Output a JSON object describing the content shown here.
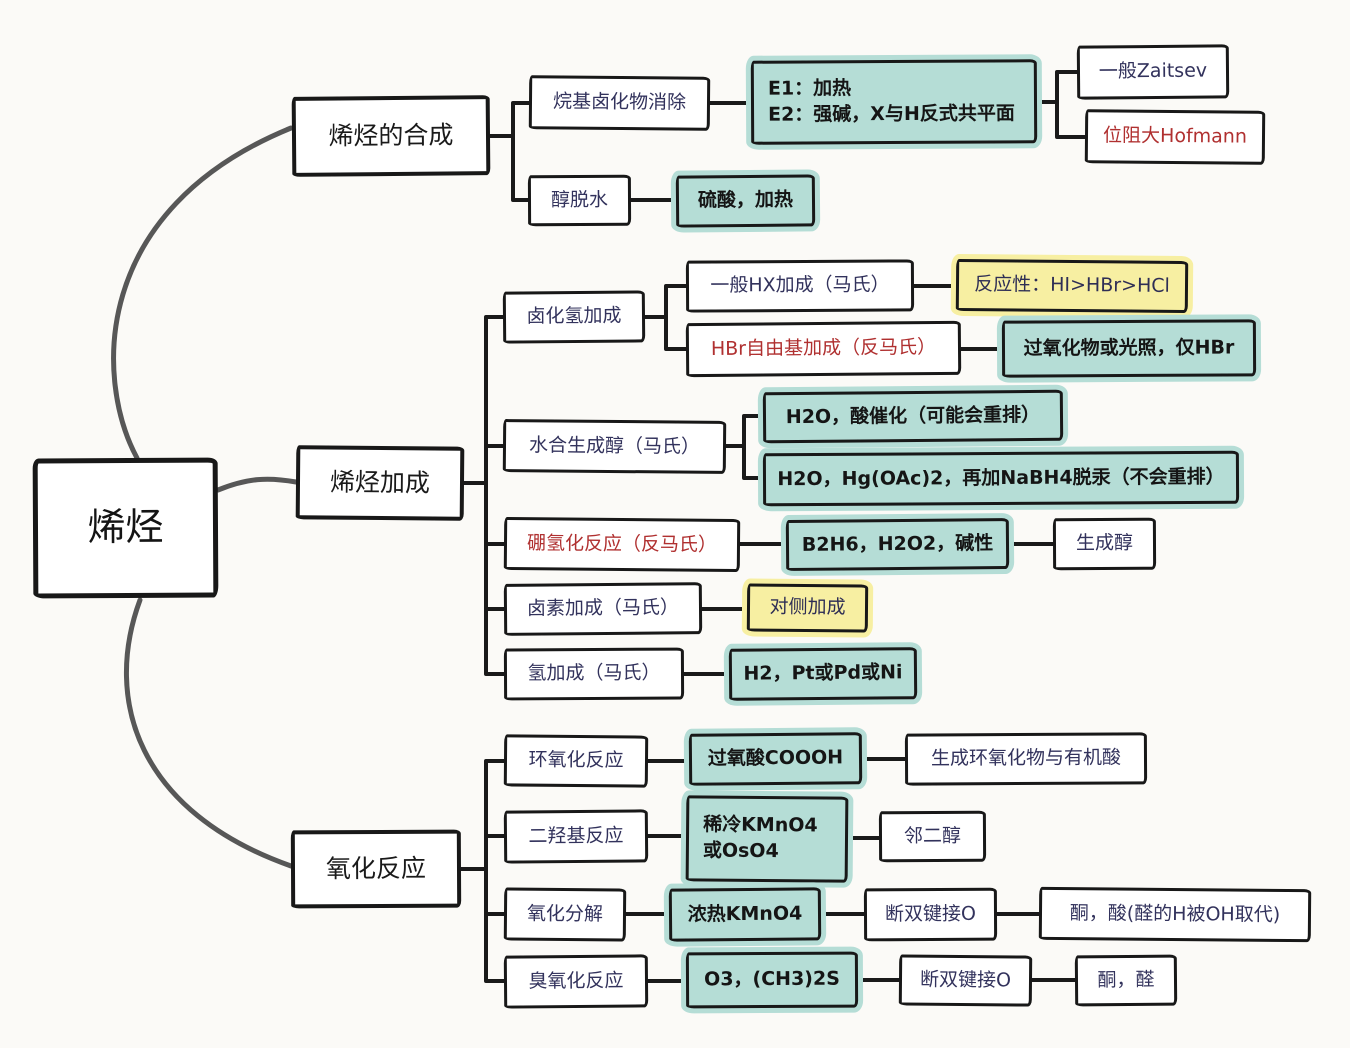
{
  "root": {
    "label": "烯烃"
  },
  "synthesis": {
    "label": "烯烃的合成",
    "alkyl_halide_elimination": "烷基卤化物消除",
    "e1": "E1：加热",
    "e2": "E2：强碱，X与H反式共平面",
    "zaitsev": "一般Zaitsev",
    "hofmann": "位阻大Hofmann",
    "alcohol_dehydration": "醇脱水",
    "sulfuric_acid_heat": "硫酸，加热"
  },
  "addition": {
    "label": "烯烃加成",
    "hx_addition": "卤化氢加成",
    "general_hx": "一般HX加成（马氏）",
    "reactivity_order": "反应性：HI>HBr>HCl",
    "hbr_radical": "HBr自由基加成（反马氏）",
    "peroxide_or_light": "过氧化物或光照，仅HBr",
    "hydration": "水合生成醇（马氏）",
    "acid_catalyzed": "H2O，酸催化（可能会重排）",
    "oxymercuration": "H2O，Hg(OAc)2，再加NaBH4脱汞（不会重排）",
    "hydroboration": "硼氢化反应（反马氏）",
    "b2h6_conditions": "B2H6，H2O2，碱性",
    "alcohol_product": "生成醇",
    "halogen_addition": "卤素加成（马氏）",
    "anti_side_addition": "对侧加成",
    "hydrogenation": "氢加成（马氏）",
    "h2_catalysts": "H2，Pt或Pd或Ni"
  },
  "oxidation": {
    "label": "氧化反应",
    "epoxidation": "环氧化反应",
    "peroxy_acid": "过氧酸COOOH",
    "epoxide_product": "生成环氧化物与有机酸",
    "dihydroxylation": "二羟基反应",
    "cold_kmno4_line1": "稀冷KMnO4",
    "cold_kmno4_line2": "或OsO4",
    "diol_product": "邻二醇",
    "oxidative_cleavage": "氧化分解",
    "hot_kmno4": "浓热KMnO4",
    "cleave_double_bond_1": "断双键接O",
    "ketone_acid_product": "酮，酸(醛的H被OH取代)",
    "ozonolysis": "臭氧化反应",
    "o3_dms": "O3，(CH3)2S",
    "cleave_double_bond_2": "断双键接O",
    "ketone_aldehyde_product": "酮，醛"
  },
  "colors": {
    "teal_highlight": "#b5ddd6",
    "yellow_highlight": "#f7efa2",
    "red_text": "#b03030",
    "navy_text": "#32325c",
    "ink": "#1a1a1a",
    "curve_gray": "#575757"
  }
}
